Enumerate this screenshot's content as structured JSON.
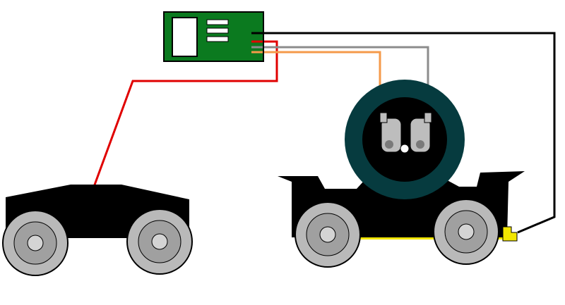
{
  "colors": {
    "background": "#ffffff",
    "board": "#0b7a1f",
    "board_outline": "#000000",
    "chip": "#ffffff",
    "wire_black": "#000000",
    "wire_red": "#e00000",
    "wire_gray": "#8c8c8c",
    "wire_orange": "#f59a4a",
    "chassis": "#000000",
    "wheel_outer": "#b9b9b9",
    "wheel_inner": "#a0a0a0",
    "hub": "#d4d4d4",
    "motor_ring": "#063b3f",
    "motor_core": "#000000",
    "brush": "#bdbdbd",
    "pickup": "#f2e600"
  },
  "components": [
    {
      "name": "decoder-board",
      "icon": "circuit-board-icon"
    },
    {
      "name": "unpowered-truck",
      "icon": "bogie-icon"
    },
    {
      "name": "motor-truck",
      "icon": "motor-bogie-icon"
    },
    {
      "name": "motor",
      "icon": "motor-icon"
    },
    {
      "name": "wheel-pickup",
      "icon": "pickup-icon"
    }
  ],
  "wires": [
    {
      "name": "black-wire",
      "color": "black"
    },
    {
      "name": "red-wire",
      "color": "red"
    },
    {
      "name": "gray-wire",
      "color": "gray"
    },
    {
      "name": "orange-wire",
      "color": "orange"
    }
  ]
}
